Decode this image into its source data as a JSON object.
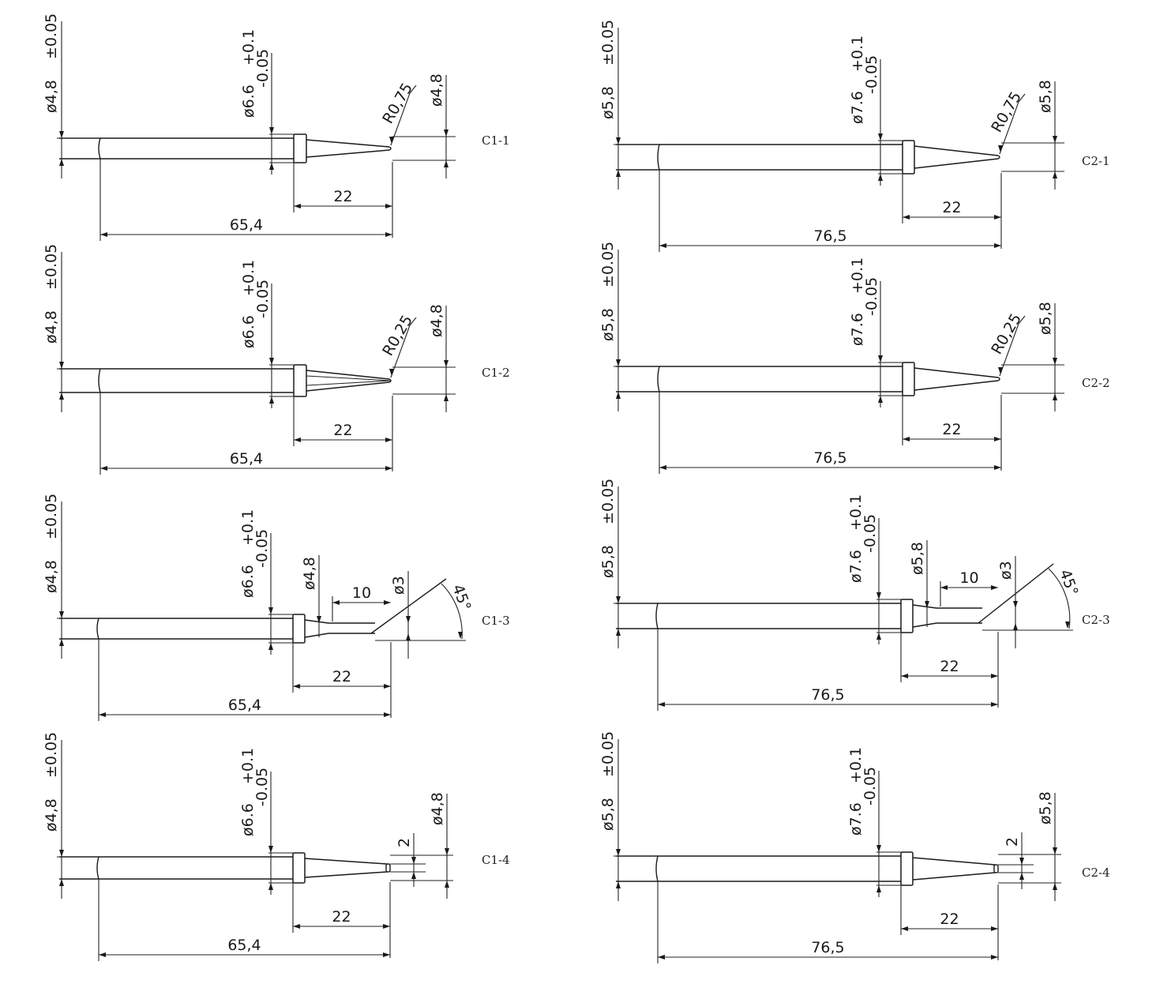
{
  "tips": [
    {
      "label": "C1-1",
      "shank": "ø4,8",
      "shank_tol": "±0.05",
      "collar": "ø6.6",
      "collar_tol_upper": "+0.1",
      "collar_tol_lower": "-0.05",
      "tip_type": "conical-radius",
      "tip_note": "R0,75",
      "end_dia": "ø4,8",
      "tip_length": "22",
      "total_length": "65,4"
    },
    {
      "label": "C1-2",
      "shank": "ø4,8",
      "shank_tol": "±0.05",
      "collar": "ø6.6",
      "collar_tol_upper": "+0.1",
      "collar_tol_lower": "-0.05",
      "tip_type": "conical-radius",
      "tip_note": "R0,25",
      "end_dia": "ø4,8",
      "tip_length": "22",
      "total_length": "65,4"
    },
    {
      "label": "C1-3",
      "shank": "ø4,8",
      "shank_tol": "±0.05",
      "collar": "ø6.6",
      "collar_tol_upper": "+0.1",
      "collar_tol_lower": "-0.05",
      "tip_type": "bevel",
      "step_dia": "ø4,8",
      "flat_length": "10",
      "end_dia": "ø3",
      "angle": "45°",
      "tip_length": "22",
      "total_length": "65,4"
    },
    {
      "label": "C1-4",
      "shank": "ø4,8",
      "shank_tol": "±0.05",
      "collar": "ø6.6",
      "collar_tol_upper": "+0.1",
      "collar_tol_lower": "-0.05",
      "tip_type": "chisel",
      "tip_width": "2",
      "end_dia": "ø4,8",
      "tip_length": "22",
      "total_length": "65,4"
    },
    {
      "label": "C2-1",
      "shank": "ø5,8",
      "shank_tol": "±0.05",
      "collar": "ø7.6",
      "collar_tol_upper": "+0.1",
      "collar_tol_lower": "-0.05",
      "tip_type": "conical-radius",
      "tip_note": "R0,75",
      "end_dia": "ø5,8",
      "tip_length": "22",
      "total_length": "76,5"
    },
    {
      "label": "C2-2",
      "shank": "ø5,8",
      "shank_tol": "±0.05",
      "collar": "ø7.6",
      "collar_tol_upper": "+0.1",
      "collar_tol_lower": "-0.05",
      "tip_type": "conical-radius",
      "tip_note": "R0,25",
      "end_dia": "ø5,8",
      "tip_length": "22",
      "total_length": "76,5"
    },
    {
      "label": "C2-3",
      "shank": "ø5,8",
      "shank_tol": "±0.05",
      "collar": "ø7.6",
      "collar_tol_upper": "+0.1",
      "collar_tol_lower": "-0.05",
      "tip_type": "bevel",
      "step_dia": "ø5,8",
      "flat_length": "10",
      "end_dia": "ø3",
      "angle": "45°",
      "tip_length": "22",
      "total_length": "76,5"
    },
    {
      "label": "C2-4",
      "shank": "ø5,8",
      "shank_tol": "±0.05",
      "collar": "ø7.6",
      "collar_tol_upper": "+0.1",
      "collar_tol_lower": "-0.05",
      "tip_type": "chisel",
      "tip_width": "2",
      "end_dia": "ø5,8",
      "tip_length": "22",
      "total_length": "76,5"
    }
  ]
}
